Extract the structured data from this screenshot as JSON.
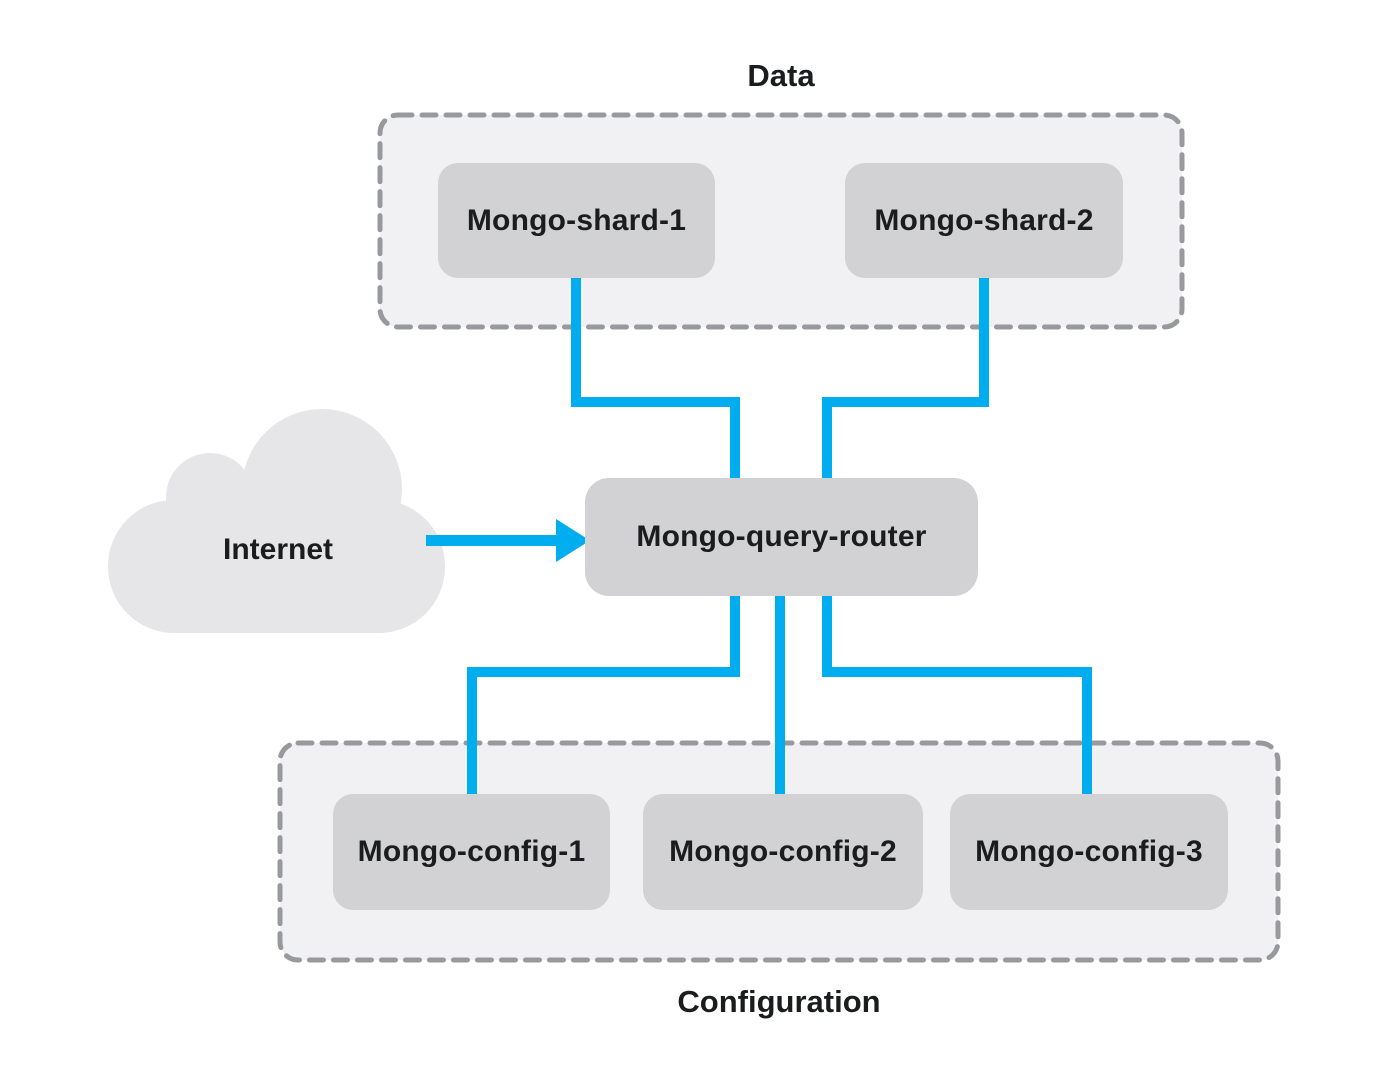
{
  "groups": {
    "data": {
      "label": "Data"
    },
    "configuration": {
      "label": "Configuration"
    }
  },
  "nodes": {
    "shard1": {
      "label": "Mongo-shard-1"
    },
    "shard2": {
      "label": "Mongo-shard-2"
    },
    "router": {
      "label": "Mongo-query-router"
    },
    "config1": {
      "label": "Mongo-config-1"
    },
    "config2": {
      "label": "Mongo-config-2"
    },
    "config3": {
      "label": "Mongo-config-3"
    }
  },
  "cloud": {
    "label": "Internet"
  },
  "edges": [
    {
      "from": "internet",
      "to": "router",
      "style": "arrow"
    },
    {
      "from": "shard1",
      "to": "router",
      "style": "elbow"
    },
    {
      "from": "shard2",
      "to": "router",
      "style": "elbow"
    },
    {
      "from": "router",
      "to": "config1",
      "style": "elbow"
    },
    {
      "from": "router",
      "to": "config2",
      "style": "straight"
    },
    {
      "from": "router",
      "to": "config3",
      "style": "elbow"
    }
  ],
  "colors": {
    "connector": "#00aeef",
    "node_fill": "#d2d2d4",
    "group_fill": "#f1f1f3",
    "group_border": "#97999d",
    "cloud_fill": "#e6e6e8",
    "text": "#1a1c1e",
    "background": "#ffffff"
  }
}
